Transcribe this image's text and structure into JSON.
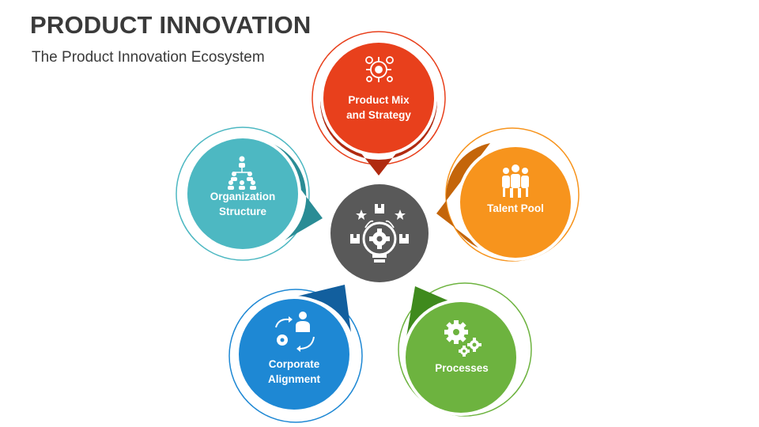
{
  "header": {
    "title": "PRODUCT INNOVATION",
    "subtitle": "The Product Innovation Ecosystem"
  },
  "center": {
    "icon": "lightbulb-gear-idea-icon",
    "color": "#595959"
  },
  "nodes": [
    {
      "id": "product-mix",
      "line1": "Product Mix",
      "line2": "and Strategy",
      "color": "#e8401c",
      "dark": "#b02a10",
      "icon": "target-strategy-icon"
    },
    {
      "id": "talent-pool",
      "line1": "Talent Pool",
      "line2": "",
      "color": "#f7941d",
      "dark": "#c4650a",
      "icon": "team-people-icon"
    },
    {
      "id": "processes",
      "line1": "Processes",
      "line2": "",
      "color": "#6db33f",
      "dark": "#3f8a1d",
      "icon": "gears-icon"
    },
    {
      "id": "corporate-alignment",
      "line1": "Corporate",
      "line2": "Alignment",
      "color": "#1e88d4",
      "dark": "#125f9e",
      "icon": "person-cycle-gear-icon"
    },
    {
      "id": "organization-structure",
      "line1": "Organization",
      "line2": "Structure",
      "color": "#4db8c2",
      "dark": "#2a8c95",
      "icon": "org-chart-icon"
    }
  ]
}
